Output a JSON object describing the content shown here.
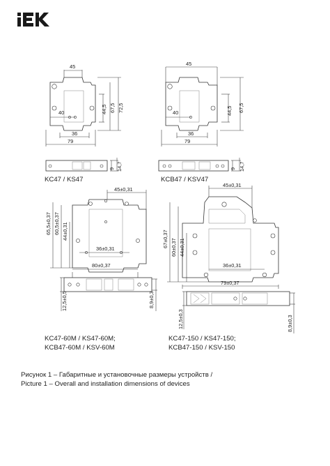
{
  "brand": {
    "logo_text": "IEK",
    "logo_color": "#1a1a1a"
  },
  "models": {
    "a": "KC47 / KS47",
    "b": "KCB47 / KSV47",
    "c_line1": "KC47-60M / KS47-60M;",
    "c_line2": "KCB47-60M / KSV-60M",
    "d_line1": "KC47-150 / KS47-150;",
    "d_line2": "KCB47-150 / KSV-150"
  },
  "dims": {
    "a": {
      "w45": "45",
      "d40": "40",
      "d36": "36",
      "w79": "79",
      "h44": "44,5",
      "h67": "67,5",
      "h72": "72,5",
      "t9": "9",
      "t14": "14,7"
    },
    "b": {
      "w45": "45",
      "d40": "40",
      "d36": "36",
      "w79": "79",
      "h44": "44,5",
      "h67": "67,5",
      "t9": "9",
      "t14": "14,7"
    },
    "c": {
      "w45": "45±0,31",
      "d36": "36±0,31",
      "w80": "80±0,37",
      "h65": "65,5±0,37",
      "h60": "60,5±0,37",
      "h44": "44±0,31",
      "t12": "12,5±0,5",
      "t8": "8,9±0,3"
    },
    "d": {
      "w45": "45±0,31",
      "d36": "36±0,31",
      "w79": "79±0,37",
      "h67": "67±0,37",
      "h60": "60±0,37",
      "h44": "44±0,31",
      "t12": "12,5±0,3",
      "t8": "8,9±0,3"
    }
  },
  "caption": {
    "ru": "Рисунок 1 – Габаритные и установочные размеры устройств /",
    "en": "Picture 1 – Overall and installation dimensions of devices"
  }
}
